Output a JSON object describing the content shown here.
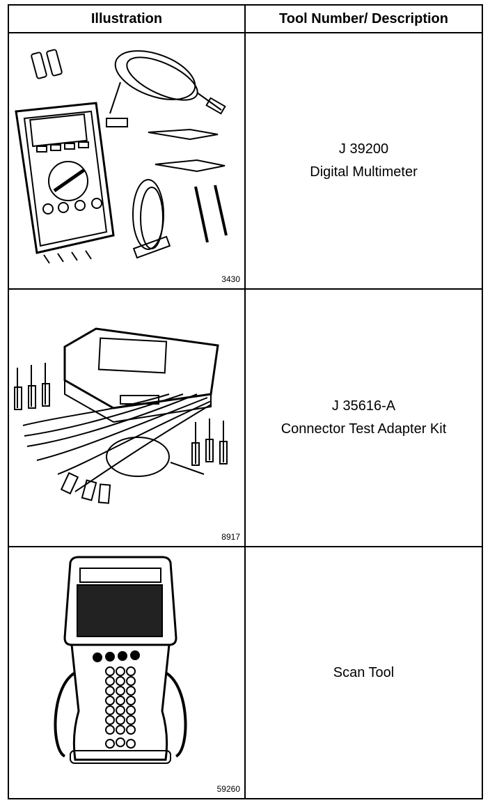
{
  "header": {
    "col1": "Illustration",
    "col2": "Tool Number/ Description"
  },
  "rows": [
    {
      "tool_number": "J 39200",
      "description": "Digital Multimeter",
      "figure_number": "3430",
      "image": "digital-multimeter-illustration"
    },
    {
      "tool_number": "J 35616-A",
      "description": "Connector Test Adapter Kit",
      "figure_number": "8917",
      "image": "connector-test-adapter-kit-illustration"
    },
    {
      "tool_number": "",
      "description": "Scan Tool",
      "figure_number": "59260",
      "image": "scan-tool-illustration"
    }
  ]
}
